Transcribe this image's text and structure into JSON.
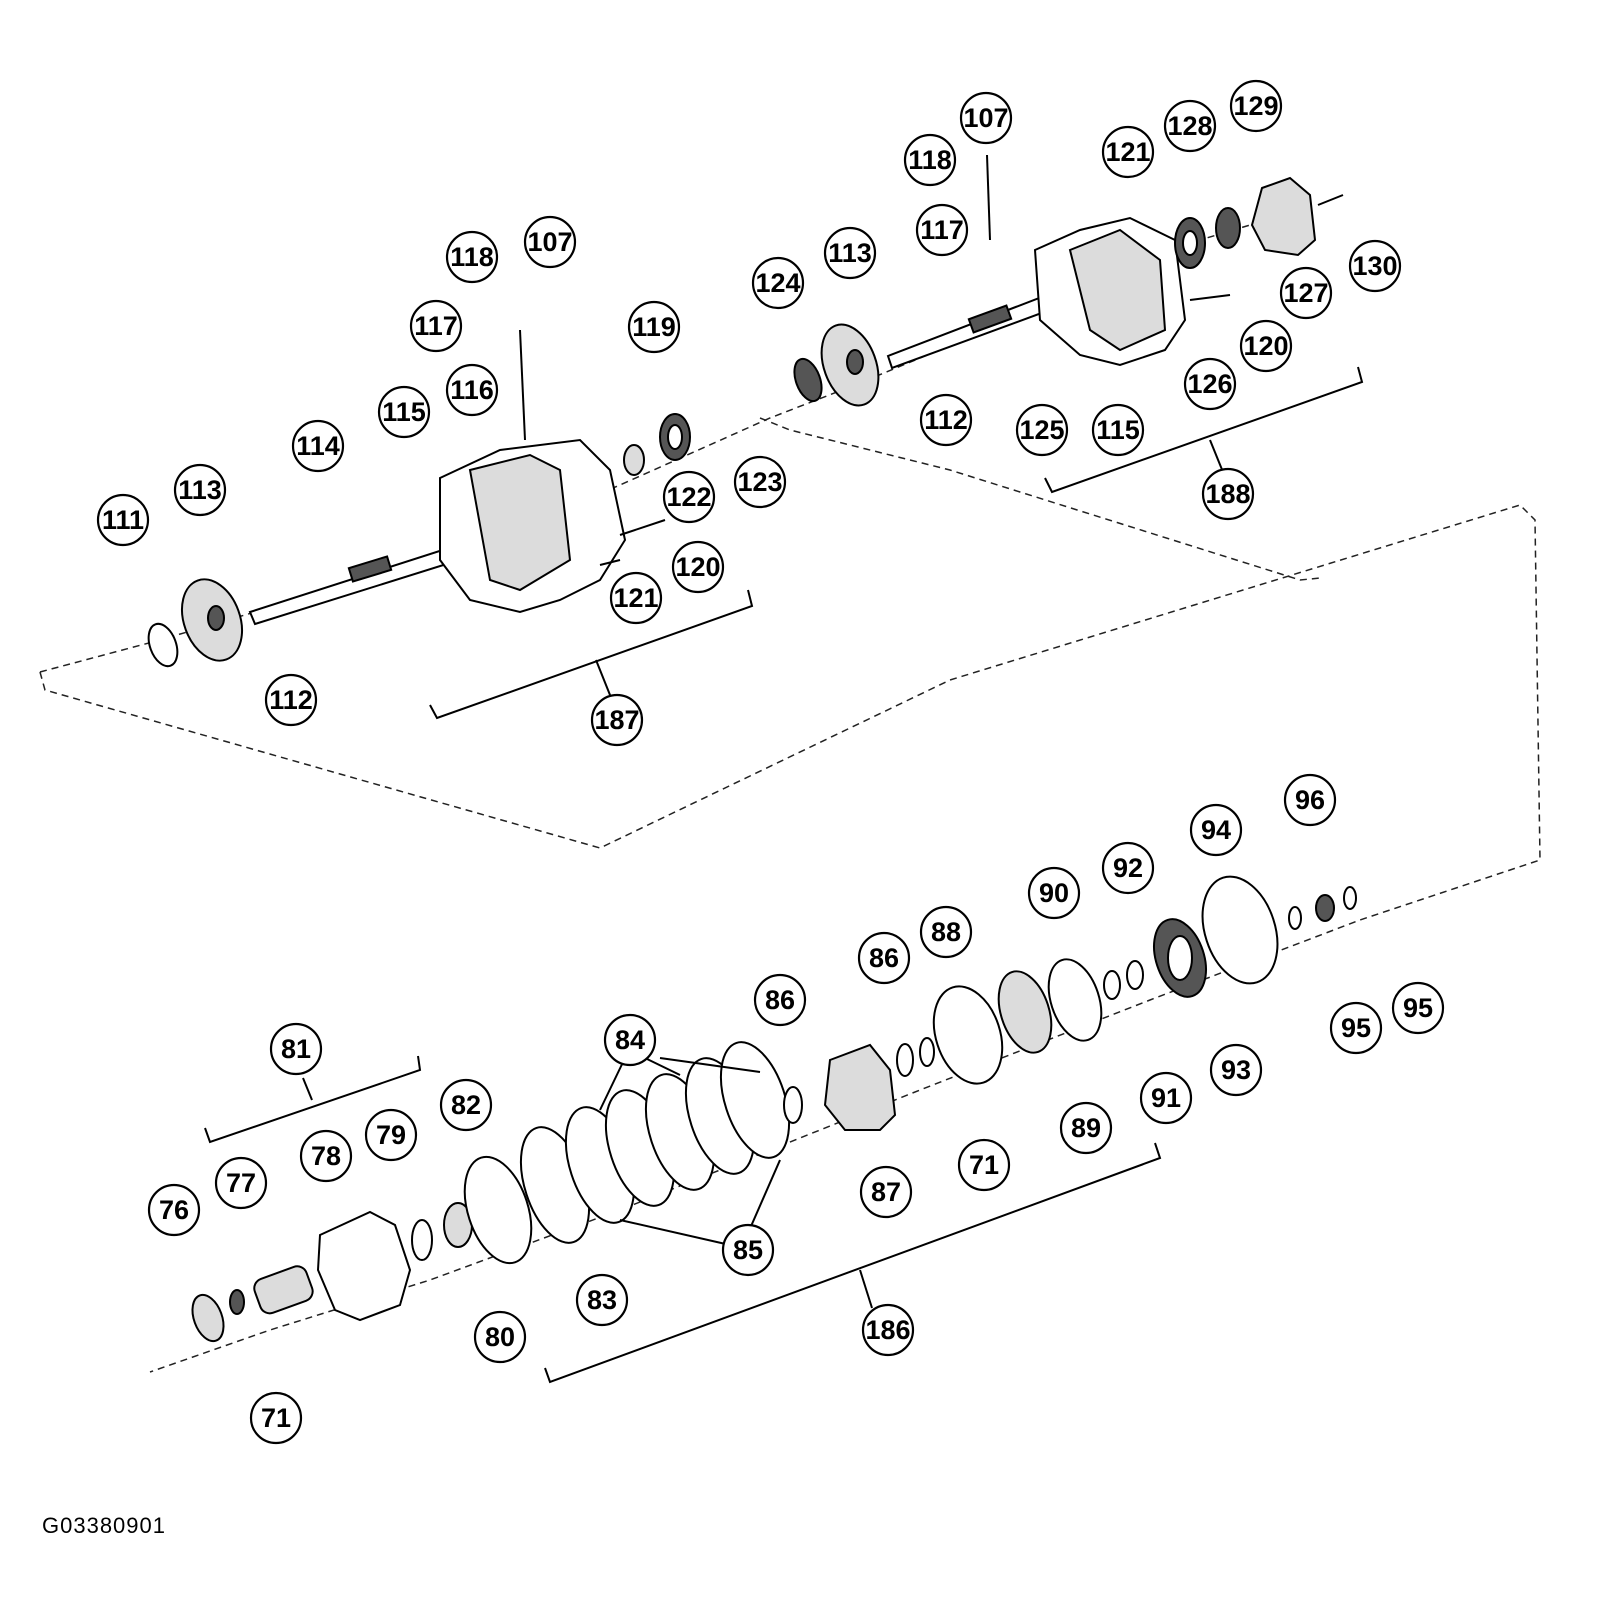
{
  "figure_id": "G03380901",
  "callouts": {
    "c111": "111",
    "c113a": "113",
    "c114": "114",
    "c115a": "115",
    "c116": "116",
    "c118a": "118",
    "c107a": "107",
    "c117a": "117",
    "c119": "119",
    "c122": "122",
    "c123": "123",
    "c120a": "120",
    "c121a": "121",
    "c112a": "112",
    "c187": "187",
    "c124": "124",
    "c113b": "113",
    "c112b": "112",
    "c125": "125",
    "c115b": "115",
    "c188": "188",
    "c126": "126",
    "c120b": "120",
    "c127": "127",
    "c130": "130",
    "c129": "129",
    "c128": "128",
    "c121b": "121",
    "c107b": "107",
    "c118b": "118",
    "c117b": "117",
    "c81": "81",
    "c76": "76",
    "c77": "77",
    "c78": "78",
    "c79": "79",
    "c71a": "71",
    "c80": "80",
    "c82": "82",
    "c83": "83",
    "c84": "84",
    "c85": "85",
    "c86a": "86",
    "c86b": "86",
    "c87": "87",
    "c88": "88",
    "c71b": "71",
    "c89": "89",
    "c90": "90",
    "c91": "91",
    "c92": "92",
    "c93": "93",
    "c94": "94",
    "c96": "96",
    "c95a": "95",
    "c95b": "95",
    "c186": "186"
  }
}
